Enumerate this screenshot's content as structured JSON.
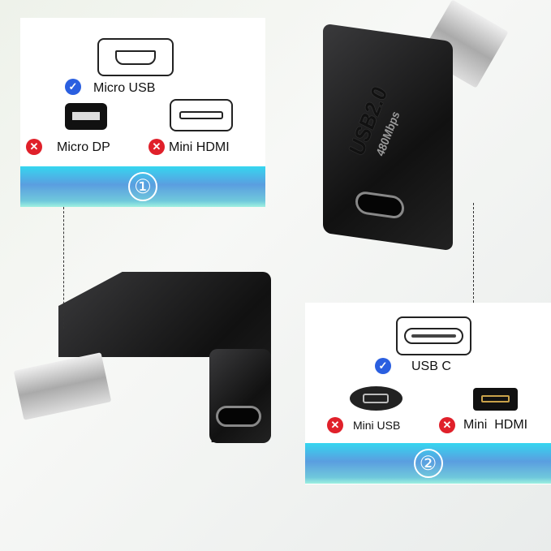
{
  "panel1": {
    "number": "①",
    "compatible": {
      "label": "Micro USB",
      "icon": "check-icon"
    },
    "incompatible": [
      {
        "label": "Micro DP",
        "icon": "x-icon"
      },
      {
        "label": "Mini HDMI",
        "icon": "x-icon"
      }
    ]
  },
  "panel2": {
    "number": "②",
    "compatible": {
      "label": "USB C",
      "icon": "check-icon"
    },
    "incompatible": [
      {
        "label": "Mini USB",
        "icon": "x-icon"
      },
      {
        "label": "Mini  HDMI",
        "icon": "x-icon"
      }
    ]
  },
  "adapter": {
    "brand_text": "USB2.0",
    "speed_text": "480Mbps"
  },
  "colors": {
    "check": "#2a5fe0",
    "cross": "#e0202a",
    "banner_top": "#35d6f0",
    "banner_mid": "#5a9ee0"
  }
}
